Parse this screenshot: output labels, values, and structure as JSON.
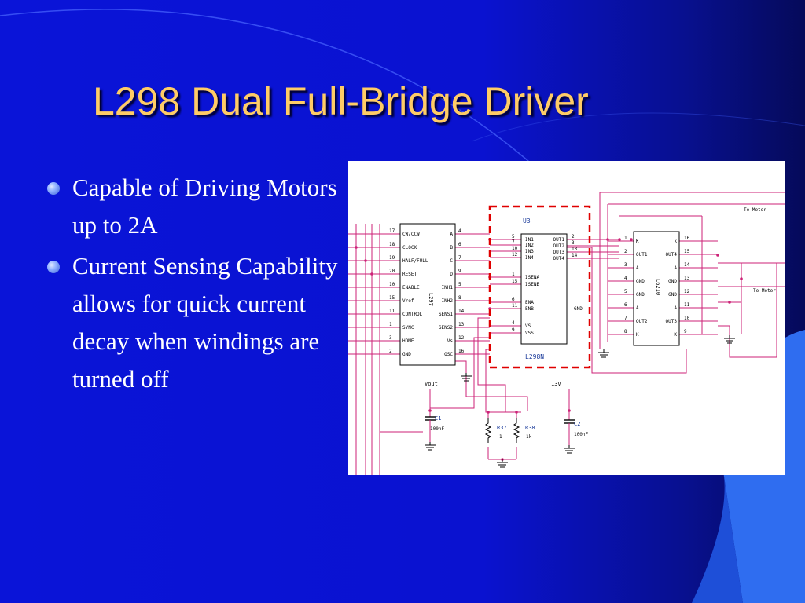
{
  "slide": {
    "title": "L298 Dual Full-Bridge Driver",
    "bullets": [
      "Capable of Driving Motors up to 2A",
      "Current Sensing Capability allows for quick current decay when windings are turned off"
    ]
  },
  "schematic": {
    "u3_label": "U3",
    "chip_l297_name": "L297",
    "chip_l298_name": "L298N",
    "chip_l6210_name": "L6210",
    "to_motor_top": "To Motor",
    "to_motor_right": "To Motor",
    "vout_label": "Vout",
    "v13_label": "13V",
    "c1": {
      "name": "C1",
      "value": "100nF"
    },
    "c2": {
      "name": "C2",
      "value": "100nF"
    },
    "r37": {
      "name": "R37",
      "value": "1"
    },
    "r38": {
      "name": "R38",
      "value": "1k"
    },
    "l297": {
      "left_pins": [
        {
          "num": "17",
          "label": "CW/CCW"
        },
        {
          "num": "18",
          "label": "CLOCK"
        },
        {
          "num": "19",
          "label": "HALF/FULL"
        },
        {
          "num": "20",
          "label": "RESET"
        },
        {
          "num": "10",
          "label": "ENABLE"
        },
        {
          "num": "15",
          "label": "Vref"
        },
        {
          "num": "11",
          "label": "CONTROL"
        },
        {
          "num": "1",
          "label": "SYNC"
        },
        {
          "num": "3",
          "label": "HOME"
        },
        {
          "num": "2",
          "label": "GND"
        }
      ],
      "right_pins": [
        {
          "num": "4",
          "label": "A"
        },
        {
          "num": "6",
          "label": "B"
        },
        {
          "num": "7",
          "label": "C"
        },
        {
          "num": "9",
          "label": "D"
        },
        {
          "num": "5",
          "label": "INH1"
        },
        {
          "num": "8",
          "label": "INH2"
        },
        {
          "num": "14",
          "label": "SENS1"
        },
        {
          "num": "13",
          "label": "SENS2"
        },
        {
          "num": "12",
          "label": "Vs"
        },
        {
          "num": "16",
          "label": "OSC"
        }
      ]
    },
    "l298": {
      "left_pins": [
        {
          "num": "5",
          "label": "IN1"
        },
        {
          "num": "7",
          "label": "IN2"
        },
        {
          "num": "10",
          "label": "IN3"
        },
        {
          "num": "12",
          "label": "IN4"
        },
        {
          "num": "1",
          "label": "ISENA"
        },
        {
          "num": "15",
          "label": "ISENB"
        },
        {
          "num": "6",
          "label": "ENA"
        },
        {
          "num": "11",
          "label": "ENB"
        },
        {
          "num": "4",
          "label": "VS"
        },
        {
          "num": "9",
          "label": "VSS"
        }
      ],
      "right_pins": [
        {
          "num": "2",
          "label": "OUT1"
        },
        {
          "num": "3",
          "label": "OUT2"
        },
        {
          "num": "13",
          "label": "OUT3"
        },
        {
          "num": "14",
          "label": "OUT4"
        }
      ],
      "gnd_label": "GND"
    },
    "l6210": {
      "left_pins": [
        {
          "num": "1",
          "label": "K"
        },
        {
          "num": "2",
          "label": "OUT1"
        },
        {
          "num": "3",
          "label": "A"
        },
        {
          "num": "4",
          "label": "GND"
        },
        {
          "num": "5",
          "label": "GND"
        },
        {
          "num": "6",
          "label": "A"
        },
        {
          "num": "7",
          "label": "OUT2"
        },
        {
          "num": "8",
          "label": "K"
        }
      ],
      "right_pins": [
        {
          "num": "16",
          "label": "k"
        },
        {
          "num": "15",
          "label": "OUT4"
        },
        {
          "num": "14",
          "label": "A"
        },
        {
          "num": "13",
          "label": "GND"
        },
        {
          "num": "12",
          "label": "GND"
        },
        {
          "num": "11",
          "label": "A"
        },
        {
          "num": "10",
          "label": "OUT3"
        },
        {
          "num": "9",
          "label": "K"
        }
      ]
    }
  }
}
